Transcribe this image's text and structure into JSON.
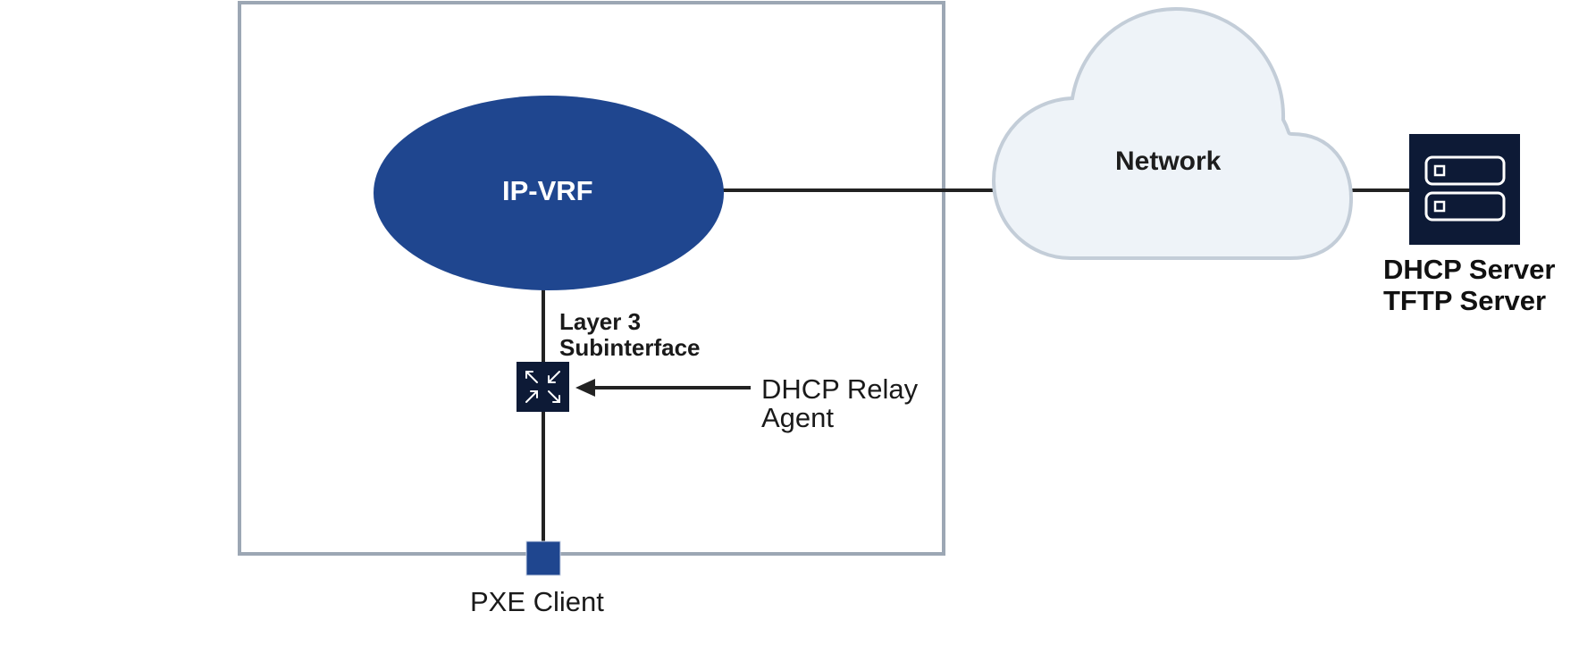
{
  "diagram": {
    "title": "",
    "colors": {
      "vrf_fill": "#1f468f",
      "box_border": "#9ca7b4",
      "cloud_fill": "#eef3f8",
      "cloud_stroke": "#c3cdd8",
      "device_fill": "#0d1a36",
      "pxe_fill": "#1f468f",
      "line": "#222222"
    },
    "nodes": {
      "ip_vrf": {
        "label": "IP-VRF",
        "icon": "ellipse"
      },
      "network": {
        "label": "Network",
        "icon": "cloud-icon"
      },
      "subinterface": {
        "label_line1": "Layer 3",
        "label_line2": "Subinterface",
        "icon": "router-switch-icon"
      },
      "relay_agent": {
        "label_line1": "DHCP Relay",
        "label_line2": "Agent"
      },
      "pxe_client": {
        "label": "PXE Client",
        "icon": "square-node"
      },
      "server": {
        "label_line1": "DHCP Server",
        "label_line2": "TFTP Server",
        "icon": "server-icon"
      }
    },
    "edges": [
      {
        "from": "ip_vrf",
        "to": "network"
      },
      {
        "from": "network",
        "to": "server"
      },
      {
        "from": "ip_vrf",
        "to": "subinterface"
      },
      {
        "from": "subinterface",
        "to": "pxe_client"
      },
      {
        "from": "relay_agent",
        "to": "subinterface",
        "arrow": true
      }
    ]
  }
}
